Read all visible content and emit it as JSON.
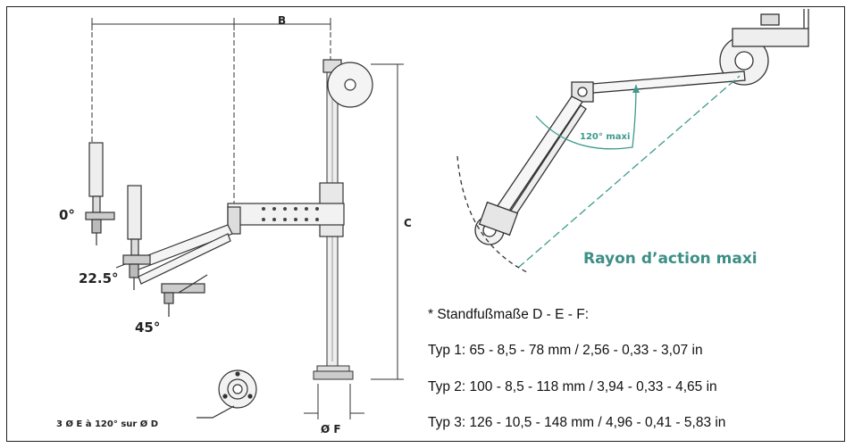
{
  "left_diagram": {
    "angles": [
      "0°",
      "22.5°",
      "45°"
    ],
    "dims": {
      "b": "B",
      "c": "C",
      "f": "Ø F"
    },
    "base_note": "3 Ø E à 120° sur  Ø D"
  },
  "right_diagram": {
    "angle_note": "120° maxi",
    "radius_label": "Rayon d’action maxi"
  },
  "specs": {
    "header": "* Standfußmaße D - E - F:",
    "types": [
      "Typ 1: 65 - 8,5 - 78 mm / 2,56 - 0,33 - 3,07 in",
      "Typ 2: 100 - 8,5 - 118 mm / 3,94 - 0,33 - 4,65 in",
      "Typ 3: 126 - 10,5 - 148 mm / 4,96 - 0,41 - 5,83 in"
    ]
  },
  "colors": {
    "line": "#333333",
    "accent": "#3d9a8c",
    "metal": "#e4e4e4"
  }
}
